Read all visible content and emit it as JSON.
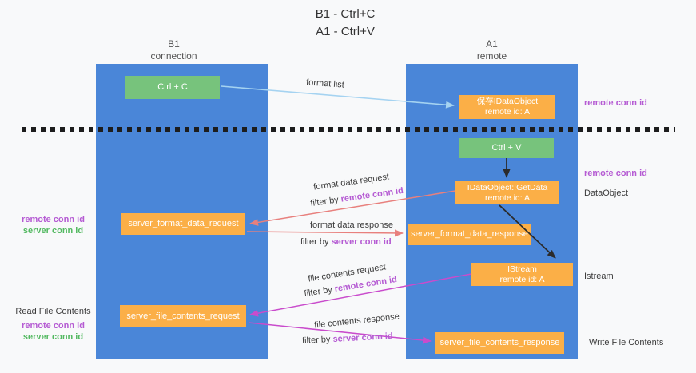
{
  "title": {
    "line1": "B1 - Ctrl+C",
    "line2": "A1 - Ctrl+V"
  },
  "lifelines": {
    "left": {
      "name": "B1",
      "role": "connection"
    },
    "right": {
      "name": "A1",
      "role": "remote"
    }
  },
  "nodes": {
    "ctrl_c": "Ctrl + C",
    "ctrl_v": "Ctrl + V",
    "save_idataobject": {
      "line1": "保存IDataObject",
      "line2": "remote id: A"
    },
    "getdata": {
      "line1": "IDataObject::GetData",
      "line2": "remote id: A"
    },
    "istream": {
      "line1": "IStream",
      "line2": "remote id: A"
    },
    "server_format_data_request": "server_format_data_request",
    "server_format_data_response": "server_format_data_response",
    "server_file_contents_request": "server_file_contents_request",
    "server_file_contents_response": "server_file_contents_response"
  },
  "edge_labels": {
    "format_list": "format list",
    "format_data_request": "format data request",
    "format_data_response": "format data response",
    "file_contents_request": "file contents request",
    "file_contents_response": "file contents response",
    "filter_prefix": "filter by ",
    "remote_conn_id": "remote conn id",
    "server_conn_id": "server conn id"
  },
  "annotations": {
    "left_mid_purple": "remote conn id",
    "left_mid_green": "server conn id",
    "read_file_contents": "Read File Contents",
    "left_bottom_purple": "remote conn id",
    "left_bottom_green": "server conn id",
    "right_top": "remote conn id",
    "right_mid": "remote conn id",
    "dataobject": "DataObject",
    "istream": "Istream",
    "write_file_contents": "Write File Contents"
  },
  "colors": {
    "lifeline_blue": "#4a86d8",
    "box_orange": "#fbaf47",
    "box_green": "#77c37c",
    "purple": "#b55bd3",
    "green_label": "#53b961",
    "arrow_salmon": "#e8807d",
    "arrow_magenta": "#c94ccc",
    "arrow_lightblue": "#a5d3f1",
    "arrow_black": "#2b2b2b"
  }
}
